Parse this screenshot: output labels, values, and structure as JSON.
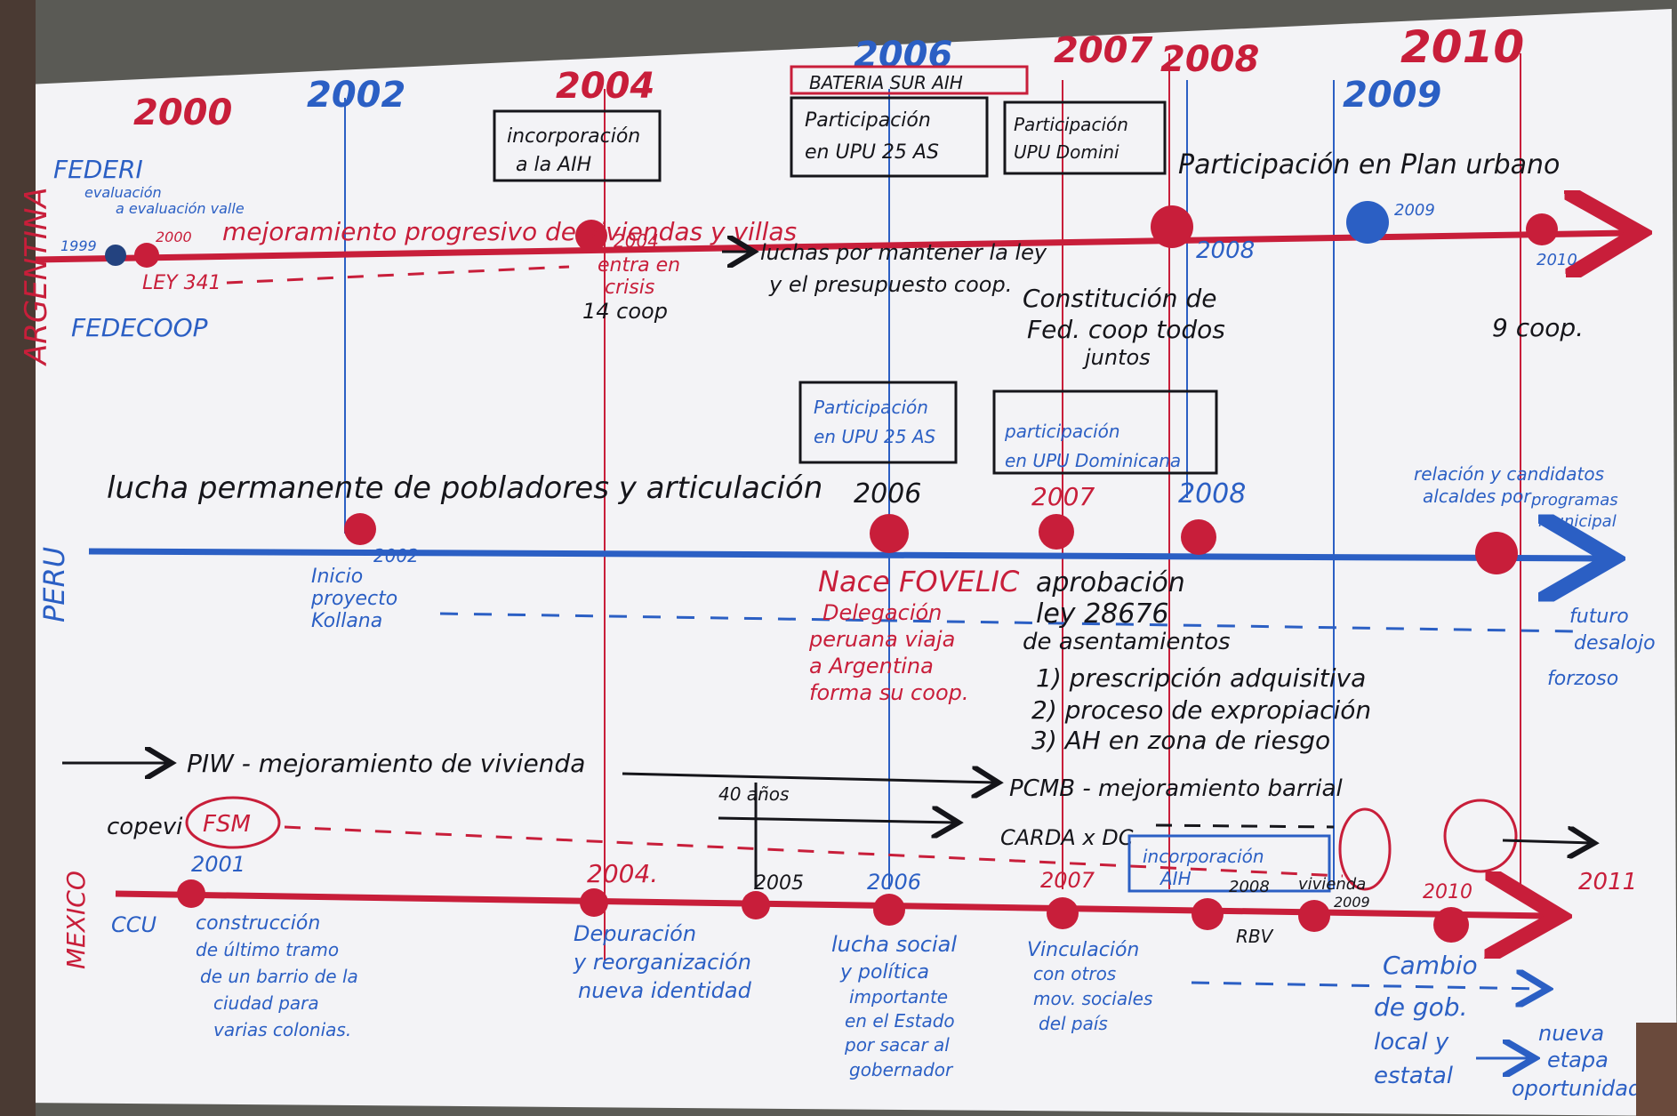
{
  "years": {
    "y2000": "2000",
    "y2002": "2002",
    "y2004": "2004",
    "y2006": "2006",
    "y2007": "2007",
    "y2008": "2008",
    "y2009": "2009",
    "y2010": "2010"
  },
  "argentina": {
    "country": "ARGENTINA",
    "boxes": {
      "b2004": [
        "incorporación",
        "a la AIH"
      ],
      "bateria": "BATERIA SUR AIH",
      "b2006": [
        "Participación",
        "en UPU 25 AS"
      ],
      "b2007": [
        "Participación",
        "UPU Domini"
      ]
    },
    "line_top": "mejoramiento progresivo de viviendas y villas",
    "left_notes": {
      "federi": "FEDERI",
      "small": [
        "evaluación",
        "a evaluación valle"
      ],
      "y1999": "1999",
      "y2000": "2000",
      "ley": "LEY 341",
      "fedecoop": "FEDECOOP"
    },
    "plan": "Participación en Plan urbano",
    "y2004_low": "2004",
    "crisis": [
      "entra en",
      "crisis"
    ],
    "mcoop": "14 coop",
    "luchas": [
      "luchas por mantener la ley",
      "y el presupuesto coop."
    ],
    "y2008_low": "2008",
    "constitucion": [
      "Constitución de",
      "Fed. coop todos",
      "juntos"
    ],
    "y2009_low": "2009",
    "y2010_low": "2010",
    "coop": "9 coop."
  },
  "peru": {
    "country": "PERU",
    "lucha": "lucha permanente de pobladores y articulación",
    "y2006": "2006",
    "y2007": "2007",
    "y2008": "2008",
    "y2002": "2002",
    "box2006": [
      "Participación",
      "en UPU 25 AS"
    ],
    "box2007": [
      "participación",
      "en UPU Dominicana"
    ],
    "relacion": [
      "relación y candidatos",
      "alcaldes por",
      "programas",
      "municipal"
    ],
    "inicio": [
      "Inicio",
      "proyecto",
      "Kollana"
    ],
    "fovelic": "Nace FOVELIC",
    "delegacion": [
      "Delegación",
      "peruana viaja",
      "a Argentina",
      "forma su coop."
    ],
    "aprobacion": [
      "aprobación",
      "ley 28676",
      "de asentamientos"
    ],
    "list": [
      "1) prescripción adquisitiva",
      "2) proceso de expropiación",
      "3) AH en zona de riesgo"
    ],
    "futuro": [
      "futuro",
      "desalojo",
      "forzoso"
    ]
  },
  "mexico": {
    "country": "MEXICO",
    "piw": "PIW - mejoramiento de vivienda",
    "pcmb": "PCMB - mejoramiento barrial",
    "copevi": "copevi",
    "fsm": "FSM",
    "y2001": "2001",
    "ccu": "CCU",
    "anos40": "40 años",
    "y2005": "2005",
    "carda": "CARDA x DC",
    "inc_aih": [
      "incorporación",
      "AIH"
    ],
    "y2008": "2008",
    "vivienda": [
      "vivienda",
      "2009"
    ],
    "rbv": "RBV",
    "y2004": "2004.",
    "y2006": "2006",
    "y2007": "2007",
    "y2010": "2010",
    "y2011": "2011",
    "construccion": [
      "construcción",
      "de último tramo",
      "de un barrio de la",
      "ciudad para",
      "varias colonias."
    ],
    "depuracion": [
      "Depuración",
      "y reorganización",
      "nueva identidad"
    ],
    "lucha": [
      "lucha social",
      "y política",
      "importante",
      "en el Estado",
      "por sacar al",
      "gobernador"
    ],
    "vinculacion": [
      "Vinculación",
      "con otros",
      "mov. sociales",
      "del país"
    ],
    "cambio": [
      "Cambio",
      "de gob.",
      "local y",
      "estatal"
    ],
    "nueva": [
      "nueva",
      "etapa",
      "oportunidad"
    ]
  }
}
